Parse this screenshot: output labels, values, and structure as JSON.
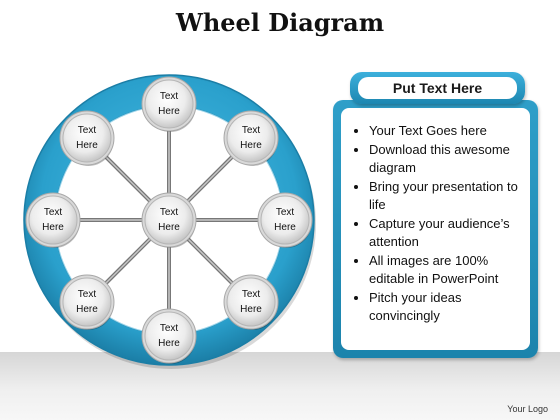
{
  "title": "Wheel Diagram",
  "wheel": {
    "center_label": [
      "Text",
      "Here"
    ],
    "nodes": [
      {
        "position": "top",
        "label": [
          "Text",
          "Here"
        ]
      },
      {
        "position": "top-right",
        "label": [
          "Text",
          "Here"
        ]
      },
      {
        "position": "right",
        "label": [
          "Text",
          "Here"
        ]
      },
      {
        "position": "bottom-right",
        "label": [
          "Text",
          "Here"
        ]
      },
      {
        "position": "bottom",
        "label": [
          "Text",
          "Here"
        ]
      },
      {
        "position": "bottom-left",
        "label": [
          "Text",
          "Here"
        ]
      },
      {
        "position": "left",
        "label": [
          "Text",
          "Here"
        ]
      },
      {
        "position": "top-left",
        "label": [
          "Text",
          "Here"
        ]
      }
    ],
    "colors": {
      "ring": "#2aa0cc",
      "ring_dark": "#1b7ea6",
      "node": "#ececec",
      "spoke": "#8a8a8a"
    }
  },
  "panel": {
    "header": "Put Text Here",
    "bullets": [
      "Your Text Goes here",
      "Download this awesome diagram",
      "Bring your presentation to life",
      "Capture your audience’s attention",
      "All images are 100% editable in PowerPoint",
      "Pitch your ideas convincingly"
    ]
  },
  "brand": "Your Logo"
}
